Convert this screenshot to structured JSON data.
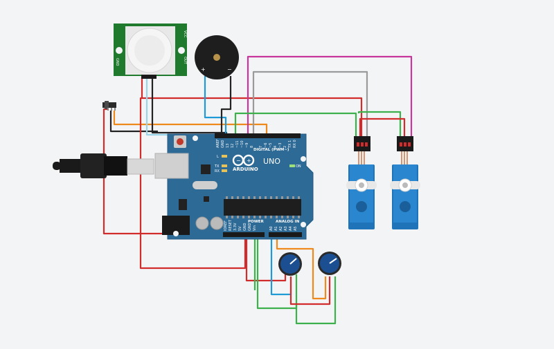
{
  "colors": {
    "canvas": "#f3f4f6",
    "arduino_board": "#2e6a96",
    "servo_body": "#1f74b9",
    "pir_board": "#1f7a2e",
    "wire_red": "#d22b2b",
    "wire_black": "#222222",
    "wire_orange": "#ee8a1c",
    "wire_green": "#3cb04a",
    "wire_blue": "#1e9ad6",
    "wire_gray": "#9a9a9a",
    "wire_magenta": "#c8359b",
    "pot_knob": "#1c4f92"
  },
  "arduino": {
    "brand": "ARDUINO",
    "model": "UNO",
    "digital_header_label": "DIGITAL (PWM~)",
    "power_label": "POWER",
    "analog_label": "ANALOG IN",
    "on_label": "ON",
    "led_labels": [
      "L",
      "TX",
      "RX"
    ],
    "aref": "AREF",
    "gnd": "GND",
    "digital_pins": [
      "13",
      "12",
      "~11",
      "~10",
      "~9",
      "8",
      "7",
      "~6",
      "~5",
      "4",
      "~3",
      "2",
      "TX 1",
      "RX 0"
    ],
    "power_pins": [
      "IOREF",
      "RESET",
      "3.3V",
      "5V",
      "GND",
      "GND",
      "Vin"
    ],
    "analog_pins": [
      "A0",
      "A1",
      "A2",
      "A3",
      "A4",
      "A5"
    ]
  },
  "pir": {
    "side_labels": [
      "VCC",
      "OUT",
      "GND"
    ]
  },
  "buzzer": {
    "plus": "+",
    "minus": "−"
  }
}
